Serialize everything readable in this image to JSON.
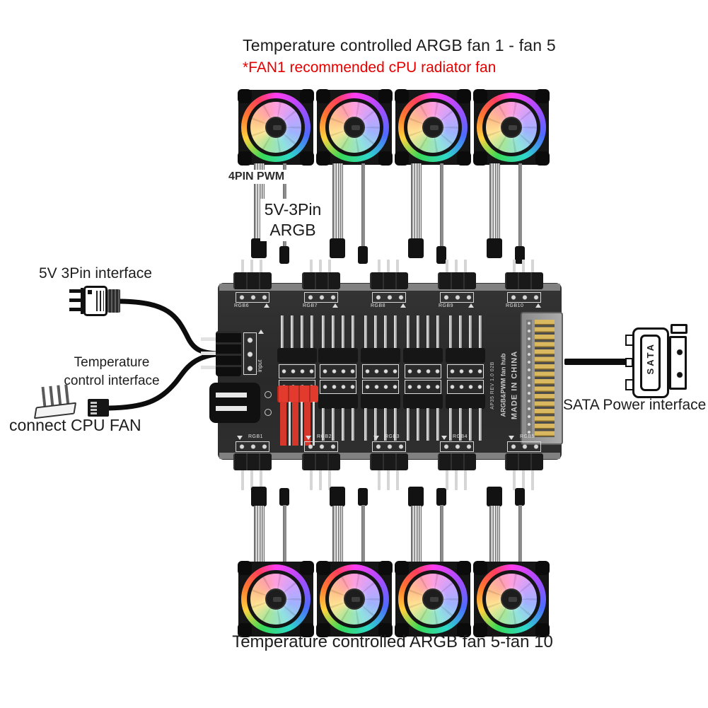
{
  "titles": {
    "top": "Temperature controlled ARGB fan 1 - fan 5",
    "note": "*FAN1 recommended cPU radiator fan",
    "bottom": "Temperature controlled ARGB fan 5-fan 10"
  },
  "labels": {
    "pwm": "4PIN PWM",
    "argb1": "5V-3Pin",
    "argb2": "ARGB",
    "iface5v": "5V 3Pin interface",
    "temp1": "Temperature",
    "temp2": "control interface",
    "cpu": "connect CPU FAN",
    "sata": "SATA Power interface",
    "sata_plug": "SATA"
  },
  "hub": {
    "silkscreen": {
      "rev": "AP35 REV 1.0 02B",
      "name": "ARGB&PWM fan hub",
      "origin": "MADE IN CHINA",
      "input": "input"
    },
    "ports_top": [
      "RGB6",
      "RGB7",
      "RGB8",
      "RGB9",
      "RGB10"
    ],
    "ports_bottom": [
      "RGB1",
      "RGB2",
      "RGB3",
      "RGB4",
      "RGB5"
    ]
  },
  "colors": {
    "note_red": "#e60000",
    "pcb": "#2e2e2e",
    "red_header": "#e23a2c",
    "gold_fingers": "#d9b85f"
  }
}
